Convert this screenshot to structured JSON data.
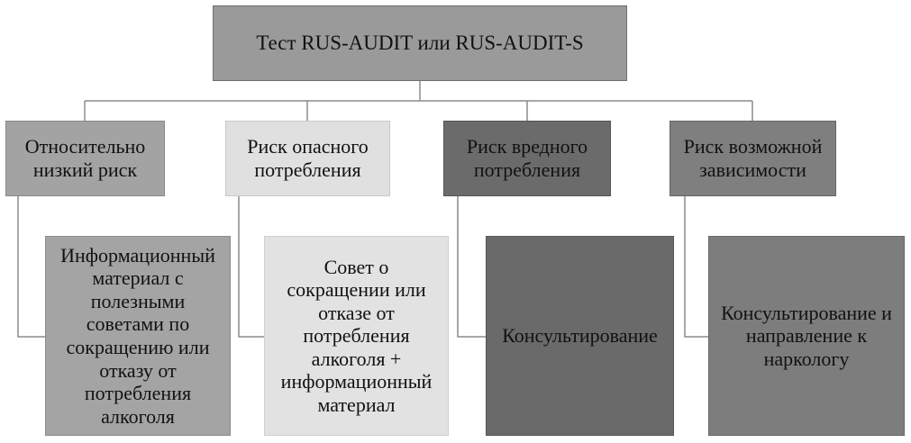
{
  "diagram": {
    "root": {
      "label": "Тест RUS-AUDIT или RUS-AUDIT-S"
    },
    "branches": [
      {
        "category": "Относительно низкий риск",
        "action": "Информационный материал с полезными советами по сокращению или отказу от потребления алкоголя"
      },
      {
        "category": "Риск опасного потребления",
        "action": "Совет о сокращении или отказе от потребления алкоголя + информационный материал"
      },
      {
        "category": "Риск вредного потребления",
        "action": "Консультирование"
      },
      {
        "category": "Риск возможной зависимости",
        "action": "Консультирование и направление к наркологу"
      }
    ]
  }
}
